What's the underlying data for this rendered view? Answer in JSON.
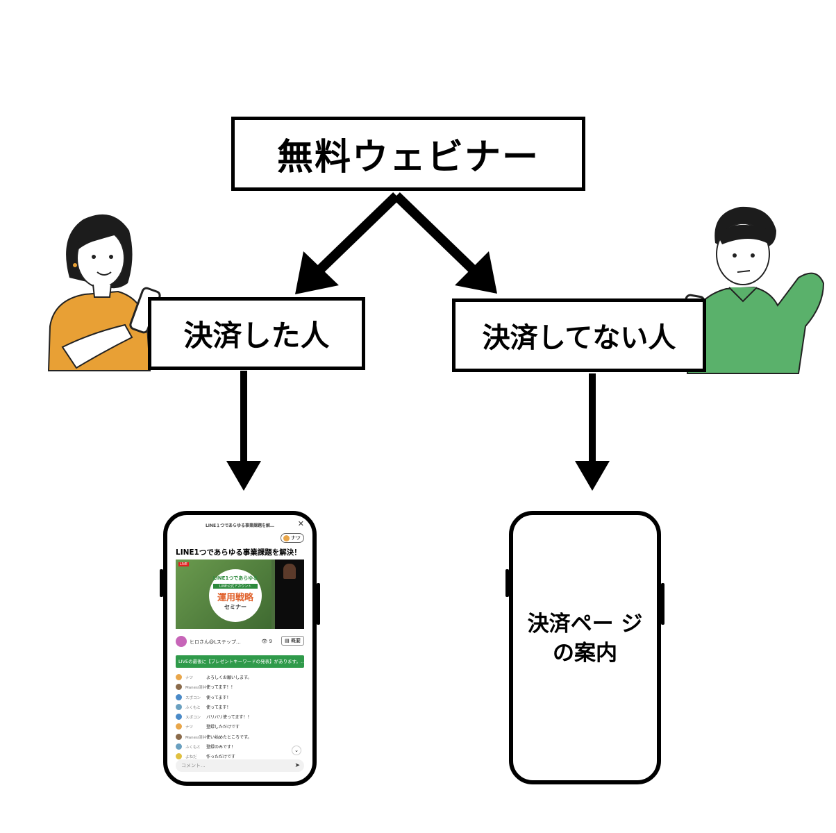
{
  "boxes": {
    "top": "無料ウェビナー",
    "left": "決済した人",
    "right": "決済してない人"
  },
  "left_phone": {
    "header": "LINE１つであらゆる事業課題を解…",
    "chip": "ナツ",
    "title": "LINE1つであらゆる事業課題を解決！ LI…",
    "video": {
      "live": "LIVE",
      "line1": "LINE1つであらゆる",
      "line2": "LINE公式アカウント",
      "line3": "運用戦略",
      "line4": "セミナー"
    },
    "user": {
      "name": "ヒロさん@Lステップ…",
      "views": "9",
      "button": "概要"
    },
    "banner": "LIVEの最後に【プレゼントキーワードの発表】があります。…",
    "messages": [
      {
        "name": "ナツ",
        "text": "よろしくお願いします。"
      },
      {
        "name": "Manesi清井",
        "text": "使ってます！！"
      },
      {
        "name": "スポコン",
        "text": "使ってます！"
      },
      {
        "name": "ふくもと",
        "text": "使ってます！"
      },
      {
        "name": "スポコン",
        "text": "バリバリ使ってます！！"
      },
      {
        "name": "ナツ",
        "text": "登録しただけです"
      },
      {
        "name": "Manesi清井",
        "text": "使い始めたところです。"
      },
      {
        "name": "ふくもと",
        "text": "登録のみです！"
      },
      {
        "name": "よねだ",
        "text": "作っただけです"
      }
    ],
    "input_placeholder": "コメント..."
  },
  "right_phone": {
    "line1": "決済ペー ジ",
    "line2": "の案内"
  },
  "colors": {
    "woman_top": "#e8a035",
    "man_shirt": "#5ab16b",
    "line_green": "#2f9a4a"
  }
}
